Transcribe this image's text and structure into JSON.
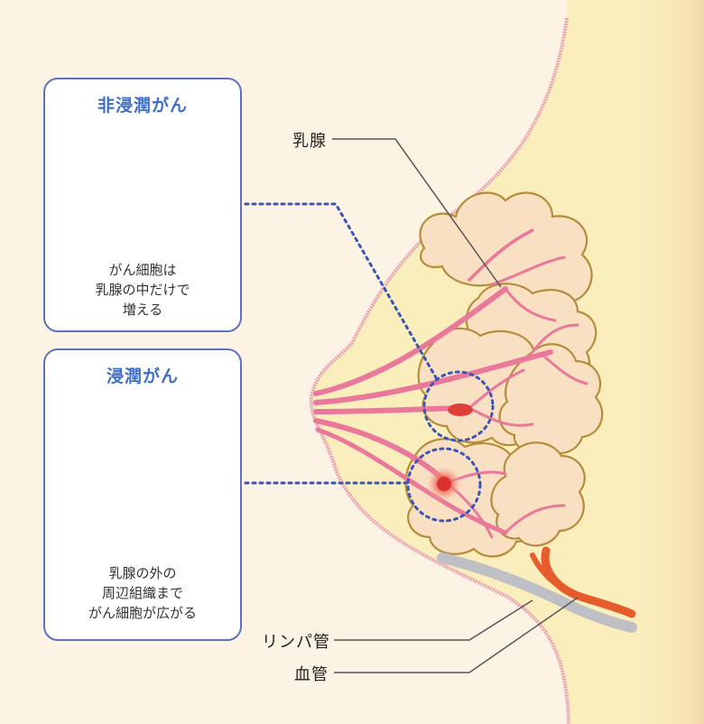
{
  "cards": {
    "non_invasive": {
      "title": "非浸潤がん",
      "desc_lines": [
        "がん細胞は",
        "乳腺の中だけで",
        "増える"
      ]
    },
    "invasive": {
      "title": "浸潤がん",
      "desc_lines": [
        "乳腺の外の",
        "周辺組織まで",
        "がん細胞が広がる"
      ]
    }
  },
  "labels": {
    "mammary_gland": "乳腺",
    "lymph_vessel": "リンパ管",
    "blood_vessel": "血管"
  },
  "colors": {
    "background": "#fdf3e4",
    "breast_fill": "#fbeebd",
    "skin_outline": "#e8a2b4",
    "lobule_fill": "#fae0c3",
    "lobule_outline": "#b58d3a",
    "duct": "#e9789a",
    "tumor": "#e0403a",
    "cell": "#8ec47a",
    "cell_outline": "#3b8a45",
    "card_border": "#5a72c0",
    "dotted": "#3a55b8",
    "blood_vessel": "#e65c2c",
    "lymph_vessel": "#bfbfc6"
  }
}
